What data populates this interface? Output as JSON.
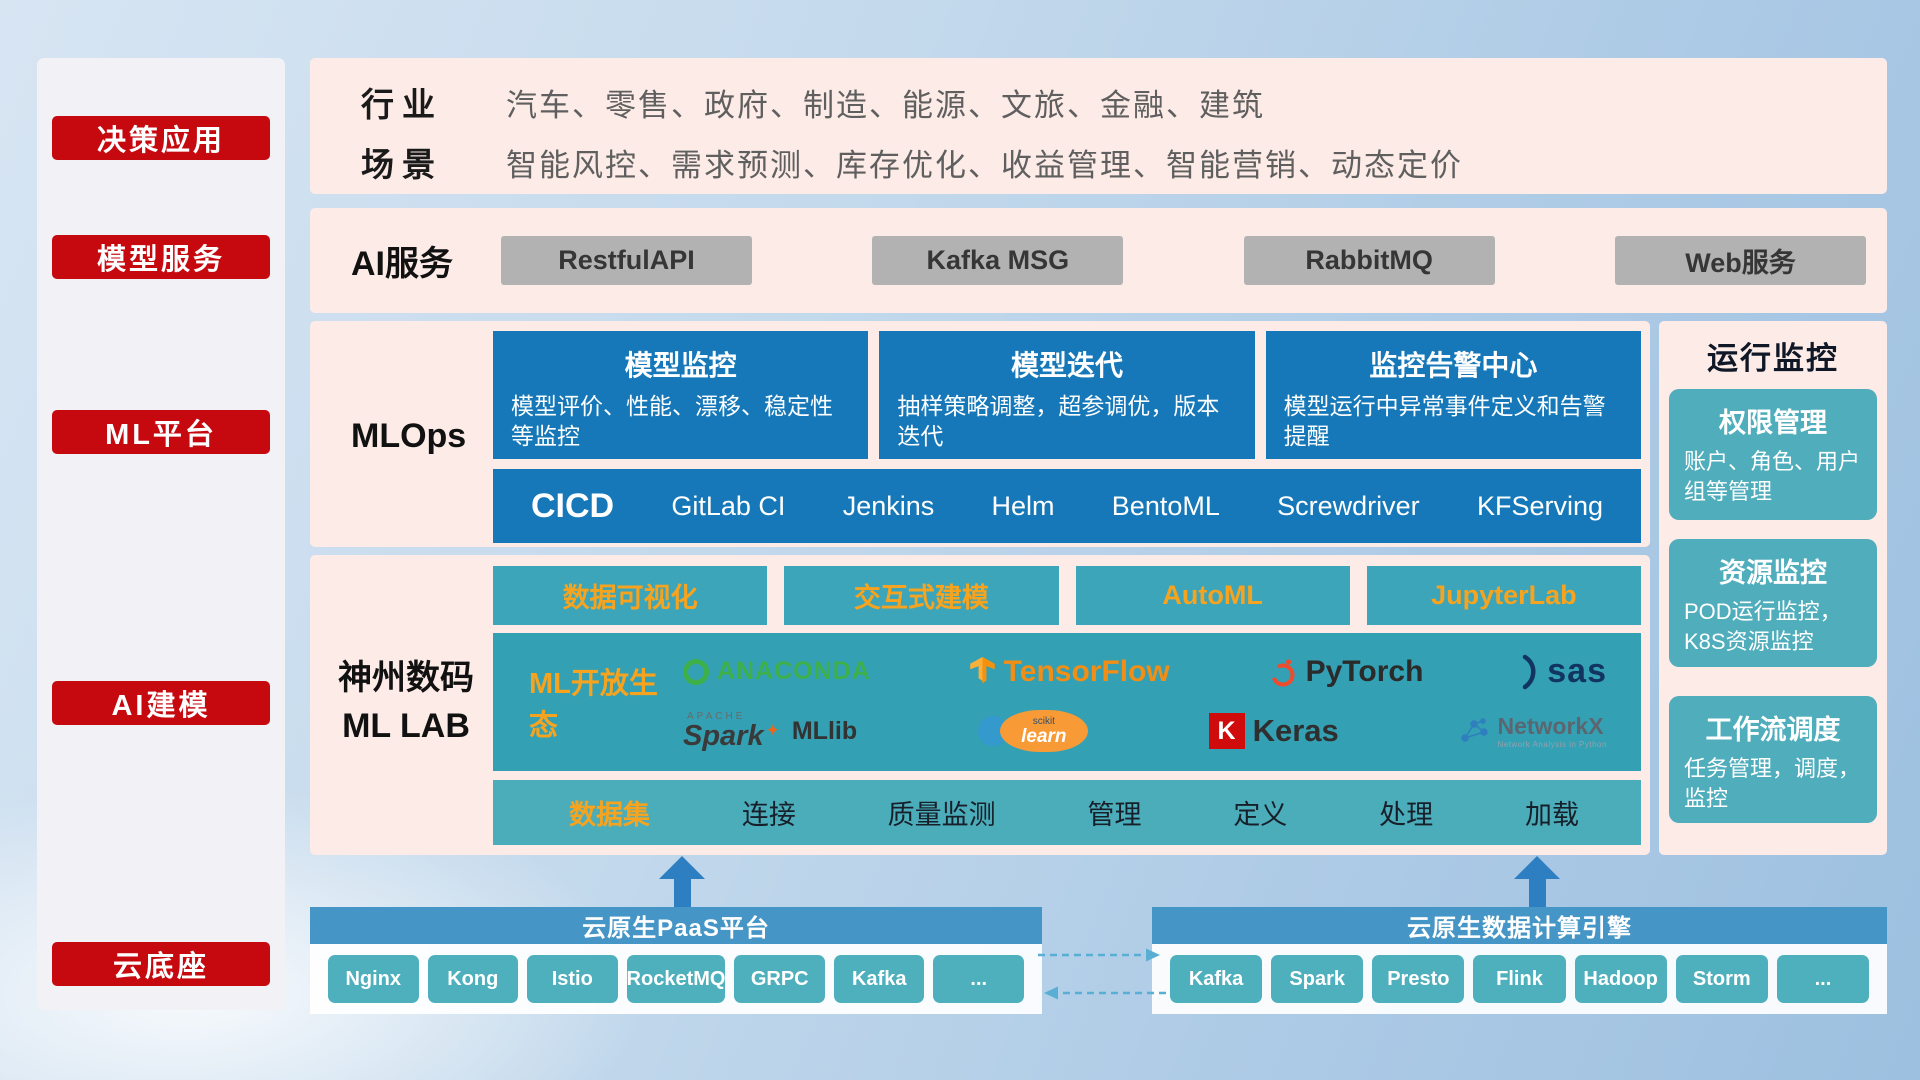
{
  "palette": {
    "red_accent": "#c5090f",
    "blue_card": "#1678b8",
    "teal_block": "#3ca5b9",
    "teal_dark": "#33a0b4",
    "teal_light": "#4bacba",
    "bottom_bar_blue": "#4596c6",
    "orange_accent": "#f6a41f",
    "pink_panel": "#fcebe6",
    "gray_button": "#b2b2b2",
    "arrow_blue": "#2e7fc2"
  },
  "sidebar": {
    "items": [
      {
        "label": "决策应用"
      },
      {
        "label": "模型服务"
      },
      {
        "label": "ML平台"
      },
      {
        "label": "AI建模"
      },
      {
        "label": "云底座"
      }
    ]
  },
  "industry_row": {
    "industry_label": "行业",
    "industry_values": "汽车、零售、政府、制造、能源、文旅、金融、建筑",
    "scene_label": "场景",
    "scene_values": "智能风控、需求预测、库存优化、收益管理、智能营销、动态定价"
  },
  "ai_service_row": {
    "label": "AI服务",
    "buttons": [
      {
        "label": "RestfulAPI"
      },
      {
        "label": "Kafka MSG"
      },
      {
        "label": "RabbitMQ"
      },
      {
        "label": "Web服务"
      }
    ]
  },
  "mlops_row": {
    "label": "MLOps",
    "cards": [
      {
        "title": "模型监控",
        "desc": "模型评价、性能、漂移、稳定性等监控"
      },
      {
        "title": "模型迭代",
        "desc": "抽样策略调整，超参调优，版本迭代"
      },
      {
        "title": "监控告警中心",
        "desc": "模型运行中异常事件定义和告警提醒"
      }
    ],
    "cicd": {
      "label": "CICD",
      "items": [
        {
          "label": "GitLab CI"
        },
        {
          "label": "Jenkins"
        },
        {
          "label": "Helm"
        },
        {
          "label": "BentoML"
        },
        {
          "label": "Screwdriver"
        },
        {
          "label": "KFServing"
        }
      ]
    }
  },
  "mllab_row": {
    "label_line1": "神州数码",
    "label_line2": "ML LAB",
    "tools": [
      {
        "label": "数据可视化"
      },
      {
        "label": "交互式建模"
      },
      {
        "label": "AutoML"
      },
      {
        "label": "JupyterLab"
      }
    ],
    "ecosystem": {
      "label": "ML开放生态",
      "logos": [
        {
          "name": "ANACONDA"
        },
        {
          "name": "TensorFlow"
        },
        {
          "name": "PyTorch"
        },
        {
          "name": "sas"
        },
        {
          "brand": "APACHE",
          "name": "Spark"
        },
        {
          "name": "MLlib"
        },
        {
          "brand": "scikit",
          "name": "learn"
        },
        {
          "letter": "K",
          "name": "Keras"
        },
        {
          "name": "NetworkX",
          "sub": "Network Analysis in Python"
        }
      ]
    },
    "dataset": {
      "label": "数据集",
      "items": [
        {
          "label": "连接"
        },
        {
          "label": "质量监测"
        },
        {
          "label": "管理"
        },
        {
          "label": "定义"
        },
        {
          "label": "处理"
        },
        {
          "label": "加载"
        }
      ]
    }
  },
  "monitor_column": {
    "title": "运行监控",
    "cards": [
      {
        "title": "权限管理",
        "desc": "账户、角色、用户组等管理"
      },
      {
        "title": "资源监控",
        "desc": "POD运行监控，K8S资源监控"
      },
      {
        "title": "工作流调度",
        "desc": "任务管理，调度，监控"
      }
    ]
  },
  "bottom": {
    "paas": {
      "title": "云原生PaaS平台",
      "items": [
        {
          "label": "Nginx"
        },
        {
          "label": "Kong"
        },
        {
          "label": "Istio"
        },
        {
          "label": "RocketMQ"
        },
        {
          "label": "GRPC"
        },
        {
          "label": "Kafka"
        },
        {
          "label": "..."
        }
      ]
    },
    "engine": {
      "title": "云原生数据计算引擎",
      "items": [
        {
          "label": "Kafka"
        },
        {
          "label": "Spark"
        },
        {
          "label": "Presto"
        },
        {
          "label": "Flink"
        },
        {
          "label": "Hadoop"
        },
        {
          "label": "Storm"
        },
        {
          "label": "..."
        }
      ]
    }
  }
}
